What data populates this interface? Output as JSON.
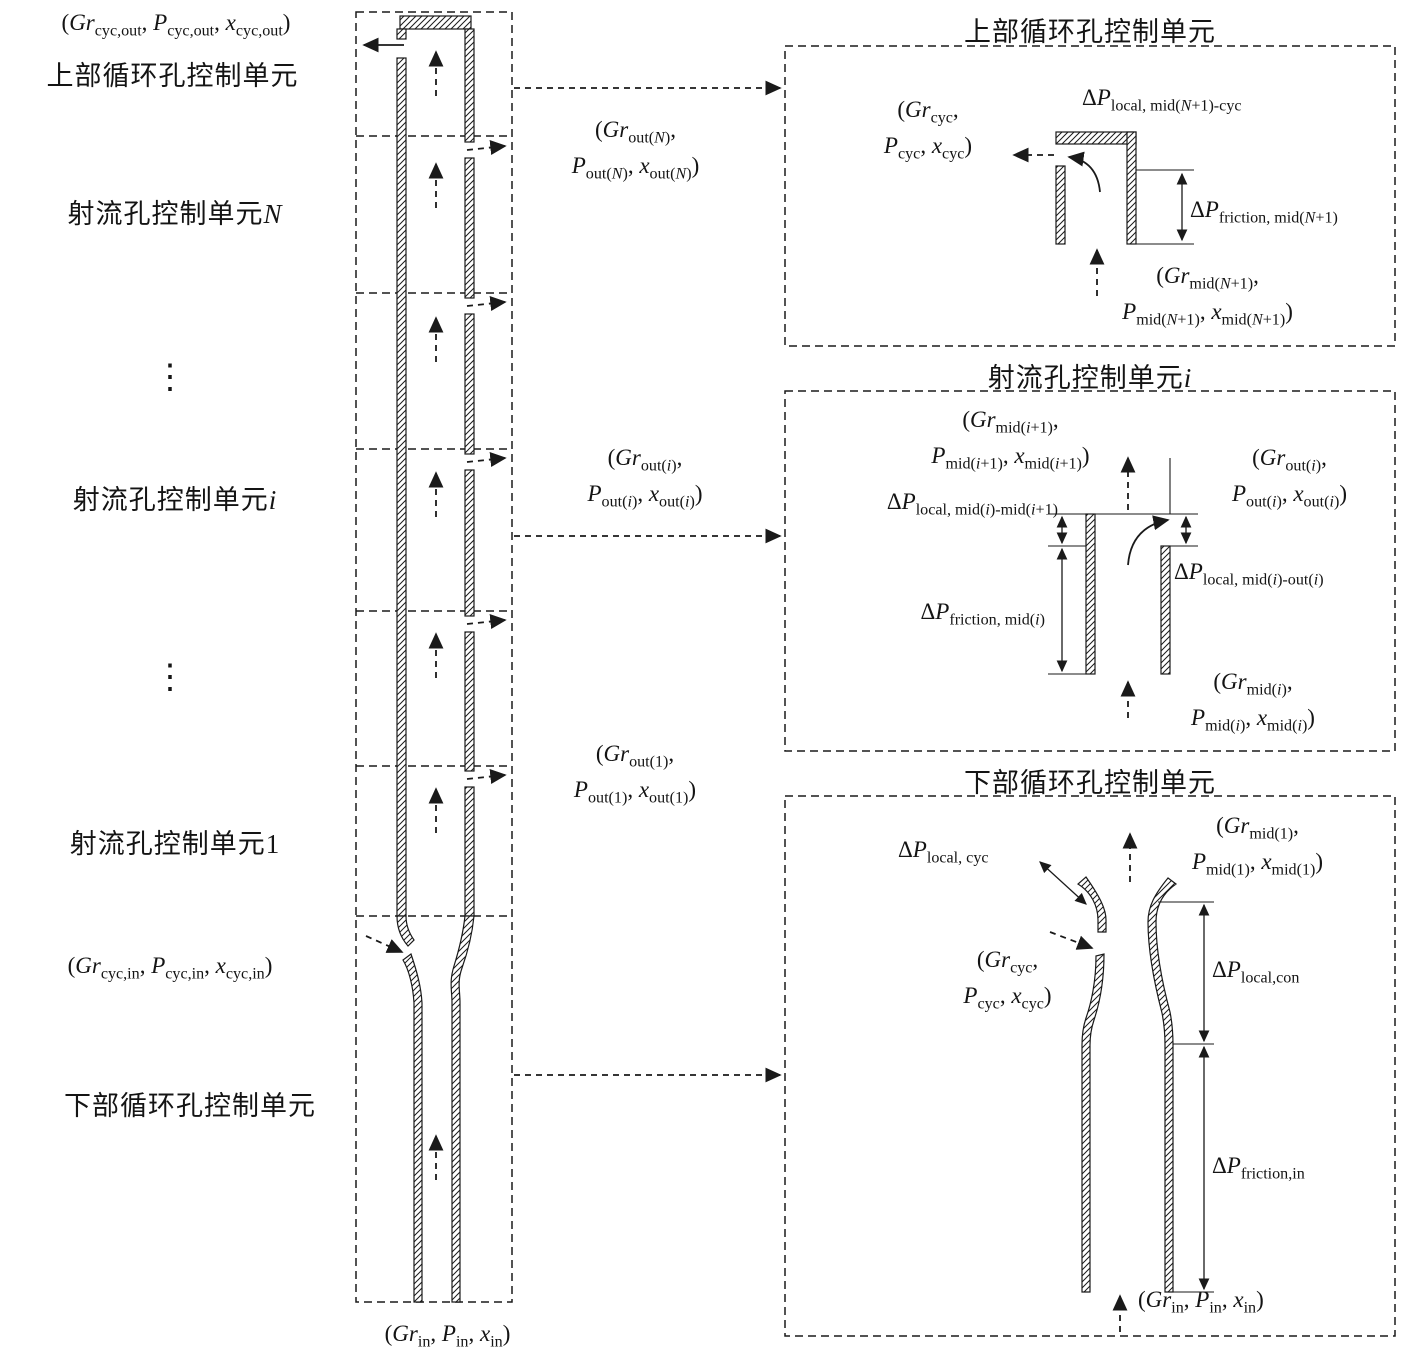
{
  "style": {
    "ink": "#1a1a1a",
    "background": "#ffffff"
  },
  "figure": {
    "left": {
      "top_state": "(*Gr*_{cyc,out}, *P*_{cyc,out}, *x*_{cyc,out})",
      "unit_upper": "上部循环孔控制单元",
      "unit_jet_N": "射流孔控制单元*N*",
      "dots1": "⋮",
      "unit_jet_i": "射流孔控制单元*i*",
      "dots2": "⋮",
      "unit_jet_1": "射流孔控制单元1",
      "cyc_in_state": "(*Gr*_{cyc,in}, *P*_{cyc,in}, *x*_{cyc,in})",
      "unit_lower": "下部循环孔控制单元",
      "bottom_state": "(*Gr*_{in}, *P*_{in}, *x*_{in})"
    },
    "middle": {
      "out_N": "(*Gr*_{out(*N*)},\n*P*_{out(*N*)}, *x*_{out(*N*)})",
      "out_i": "(*Gr*_{out(*i*)},\n*P*_{out(*i*)}, *x*_{out(*i*)})",
      "out_1": "(*Gr*_{out(1)},\n*P*_{out(1)}, *x*_{out(1)})"
    },
    "detail_upper": {
      "title": "上部循环孔控制单元",
      "cyc_state": "(*Gr*_{cyc},\n*P*_{cyc}, *x*_{cyc})",
      "dp_local": "Δ*P*_{local, mid(*N*+1)-cyc}",
      "dp_friction": "Δ*P*_{friction, mid(*N*+1)}",
      "mid_state": "(*Gr*_{mid(*N*+1)},\n*P*_{mid(*N*+1)}, *x*_{mid(*N*+1)})"
    },
    "detail_jet": {
      "title": "射流孔控制单元*i*",
      "mid_next_state": "(*Gr*_{mid(*i*+1)},\n*P*_{mid(*i*+1)}, *x*_{mid(*i*+1)})",
      "out_state": "(*Gr*_{out(*i*)},\n*P*_{out(*i*)}, *x*_{out(*i*)})",
      "dp_local_mid": "Δ*P*_{local, mid(*i*)-mid(*i*+1)}",
      "dp_local_out": "Δ*P*_{local, mid(*i*)-out(*i*)}",
      "dp_friction": "Δ*P*_{friction, mid(*i*)}",
      "mid_state": "(*Gr*_{mid(*i*)},\n*P*_{mid(*i*)}, *x*_{mid(*i*)})"
    },
    "detail_lower": {
      "title": "下部循环孔控制单元",
      "dp_local_cyc": "Δ*P*_{local, cyc}",
      "mid1_state": "(*Gr*_{mid(1)},\n*P*_{mid(1)}, *x*_{mid(1)})",
      "cyc_state": "(*Gr*_{cyc},\n*P*_{cyc}, *x*_{cyc})",
      "dp_local_con": "Δ*P*_{local,con}",
      "dp_friction_in": "Δ*P*_{friction,in}",
      "in_state": "(*Gr*_{in}, *P*_{in}, *x*_{in})"
    }
  }
}
